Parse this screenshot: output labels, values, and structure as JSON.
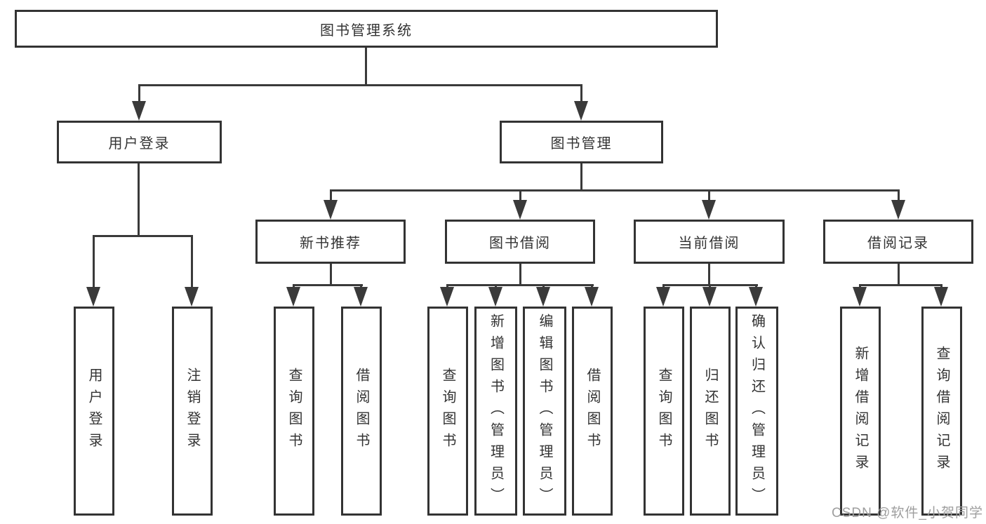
{
  "diagram": {
    "root": {
      "label": "图书管理系统"
    },
    "branches": [
      {
        "label": "用户登录"
      },
      {
        "label": "图书管理"
      }
    ],
    "sections": [
      {
        "parent": "图书管理",
        "label": "新书推荐"
      },
      {
        "parent": "图书管理",
        "label": "图书借阅"
      },
      {
        "parent": "图书管理",
        "label": "当前借阅"
      },
      {
        "parent": "图书管理",
        "label": "借阅记录"
      }
    ],
    "leaves": [
      {
        "parent": "用户登录",
        "label": "用户登录"
      },
      {
        "parent": "用户登录",
        "label": "注销登录"
      },
      {
        "parent": "新书推荐",
        "label": "查询图书"
      },
      {
        "parent": "新书推荐",
        "label": "借阅图书"
      },
      {
        "parent": "图书借阅",
        "label": "查询图书"
      },
      {
        "parent": "图书借阅",
        "label": "新增图书（管理员）"
      },
      {
        "parent": "图书借阅",
        "label": "编辑图书（管理员）"
      },
      {
        "parent": "图书借阅",
        "label": "借阅图书"
      },
      {
        "parent": "当前借阅",
        "label": "查询图书"
      },
      {
        "parent": "当前借阅",
        "label": "归还图书"
      },
      {
        "parent": "当前借阅",
        "label": "确认归还（管理员）"
      },
      {
        "parent": "借阅记录",
        "label": "新增借阅记录"
      },
      {
        "parent": "借阅记录",
        "label": "查询借阅记录"
      }
    ]
  },
  "watermark": {
    "text": "CSDN @软件_小贺同学"
  },
  "colors": {
    "background": "#ffffff",
    "box_border": "#333333",
    "connector_line": "#3a3a3a",
    "text": "#333333",
    "watermark_text": "#9e9e9e"
  }
}
